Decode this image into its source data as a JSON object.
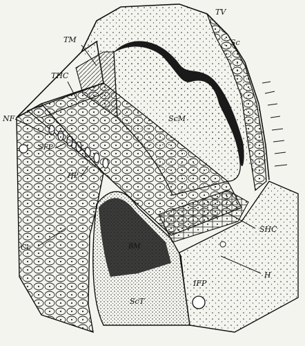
{
  "figure": {
    "ink_color": "#111111",
    "paper_color": "#f4f4ef",
    "labels": {
      "tv": "TV",
      "tm": "TM",
      "sc": "Sc",
      "thc": "THC",
      "scm": "ScM",
      "nf": "NF",
      "sfp": "SFP",
      "hp": "HP",
      "shc": "SHC",
      "cc": "Cc",
      "bm": "BM",
      "ifp": "IFP",
      "h": "H",
      "sct": "ScT"
    }
  }
}
